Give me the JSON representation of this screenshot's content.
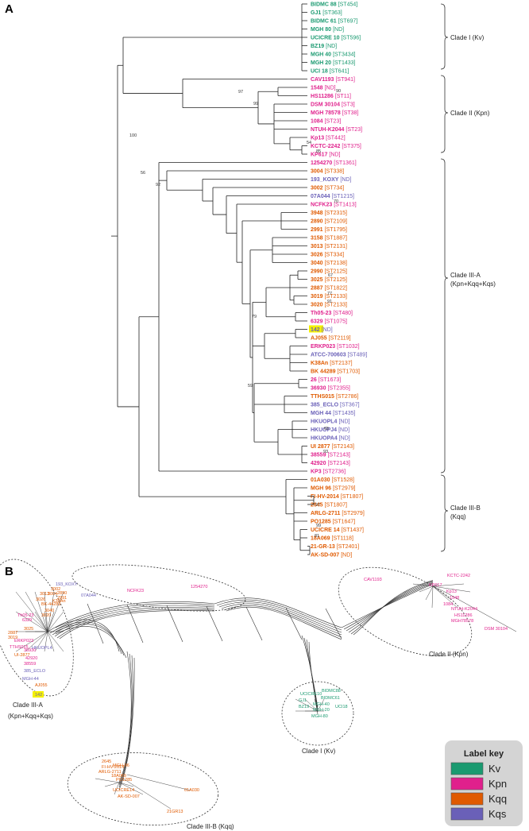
{
  "panels": {
    "a": "A",
    "b": "B"
  },
  "colors": {
    "Kv": "#1a9a70",
    "Kpn": "#e0208c",
    "Kqq": "#e05a00",
    "Kqs": "#6a60b8",
    "highlight": "#f4f000"
  },
  "legend": {
    "title": "Label key",
    "items": [
      {
        "label": "Kv",
        "color": "#1a9a70"
      },
      {
        "label": "Kpn",
        "color": "#e0208c"
      },
      {
        "label": "Kqq",
        "color": "#e05a00"
      },
      {
        "label": "Kqs",
        "color": "#6a60b8"
      }
    ]
  },
  "tree": {
    "tips": [
      {
        "name": "BIDMC 88",
        "st": "[ST454]",
        "group": "Kv"
      },
      {
        "name": "GJ1",
        "st": "[ST363]",
        "group": "Kv"
      },
      {
        "name": "BIDMC 61",
        "st": "[ST697]",
        "group": "Kv"
      },
      {
        "name": "MGH 80",
        "st": "[ND]",
        "group": "Kv"
      },
      {
        "name": "UCICRE 10",
        "st": "[ST596]",
        "group": "Kv"
      },
      {
        "name": "BZ19",
        "st": "[ND]",
        "group": "Kv"
      },
      {
        "name": "MGH 40",
        "st": "[ST3434]",
        "group": "Kv"
      },
      {
        "name": "MGH 20",
        "st": "[ST1433]",
        "group": "Kv"
      },
      {
        "name": "UCI 18",
        "st": "[ST641]",
        "group": "Kv"
      },
      {
        "name": "CAV1193",
        "st": "[ST941]",
        "group": "Kpn"
      },
      {
        "name": "1548",
        "st": "[ND]",
        "group": "Kpn"
      },
      {
        "name": "HS11286",
        "st": "[ST11]",
        "group": "Kpn"
      },
      {
        "name": "DSM 30104",
        "st": "[ST3]",
        "group": "Kpn"
      },
      {
        "name": "MGH 78578",
        "st": "[ST38]",
        "group": "Kpn"
      },
      {
        "name": "1084",
        "st": "[ST23]",
        "group": "Kpn"
      },
      {
        "name": "NTUH-K2044",
        "st": "[ST23]",
        "group": "Kpn"
      },
      {
        "name": "Kp13",
        "st": "[ST442]",
        "group": "Kpn"
      },
      {
        "name": "KCTC-2242",
        "st": "[ST375]",
        "group": "Kpn"
      },
      {
        "name": "KP617",
        "st": "[ND]",
        "group": "Kpn"
      },
      {
        "name": "1254270",
        "st": "[ST1361]",
        "group": "Kpn"
      },
      {
        "name": "3004",
        "st": "[ST338]",
        "group": "Kqq"
      },
      {
        "name": "193_KOXY",
        "st": "[ND]",
        "group": "Kqs"
      },
      {
        "name": "3002",
        "st": "[ST734]",
        "group": "Kqq"
      },
      {
        "name": "07A044",
        "st": "[ST1215]",
        "group": "Kqs"
      },
      {
        "name": "NCFK23",
        "st": "[ST1413]",
        "group": "Kpn"
      },
      {
        "name": "3948",
        "st": "[ST2315]",
        "group": "Kqq"
      },
      {
        "name": "2890",
        "st": "[ST2109]",
        "group": "Kqq"
      },
      {
        "name": "2991",
        "st": "[ST1795]",
        "group": "Kqq"
      },
      {
        "name": "3158",
        "st": "[ST1887]",
        "group": "Kqq"
      },
      {
        "name": "3013",
        "st": "[ST2131]",
        "group": "Kqq"
      },
      {
        "name": "3026",
        "st": "[ST334]",
        "group": "Kqq"
      },
      {
        "name": "3040",
        "st": "[ST2138]",
        "group": "Kqq"
      },
      {
        "name": "2990",
        "st": "[ST2125]",
        "group": "Kqq"
      },
      {
        "name": "3025",
        "st": "[ST2125]",
        "group": "Kqq"
      },
      {
        "name": "2887",
        "st": "[ST1822]",
        "group": "Kqq"
      },
      {
        "name": "3019",
        "st": "[ST2133]",
        "group": "Kqq"
      },
      {
        "name": "3020",
        "st": "[ST2133]",
        "group": "Kqq"
      },
      {
        "name": "Th05-23",
        "st": "[ST480]",
        "group": "Kpn"
      },
      {
        "name": "6329",
        "st": "[ST1075]",
        "group": "Kpn"
      },
      {
        "name": "142",
        "st": "[ND]",
        "group": "Kqs",
        "highlight": true
      },
      {
        "name": "AJ055",
        "st": "[ST2119]",
        "group": "Kqq"
      },
      {
        "name": "ERKP023",
        "st": "[ST1032]",
        "group": "Kpn"
      },
      {
        "name": "ATCC-700603",
        "st": "[ST489]",
        "group": "Kqs"
      },
      {
        "name": "K38An",
        "st": "[ST2137]",
        "group": "Kqq"
      },
      {
        "name": "BK 44289",
        "st": "[ST1703]",
        "group": "Kqq"
      },
      {
        "name": "26",
        "st": "[ST1673]",
        "group": "Kpn"
      },
      {
        "name": "36930",
        "st": "[ST2355]",
        "group": "Kpn"
      },
      {
        "name": "TTHS015",
        "st": "[ST2786]",
        "group": "Kqq"
      },
      {
        "name": "385_ECLO",
        "st": "[ST367]",
        "group": "Kqs"
      },
      {
        "name": "MGH 44",
        "st": "[ST1435]",
        "group": "Kqs"
      },
      {
        "name": "HKUOPL4",
        "st": "[ND]",
        "group": "Kqs"
      },
      {
        "name": "HKUOPJ4",
        "st": "[ND]",
        "group": "Kqs"
      },
      {
        "name": "HKUOPA4",
        "st": "[ND]",
        "group": "Kqs"
      },
      {
        "name": "UI 2877",
        "st": "[ST2143]",
        "group": "Kqq"
      },
      {
        "name": "38559",
        "st": "[ST2143]",
        "group": "Kpn"
      },
      {
        "name": "42920",
        "st": "[ST2143]",
        "group": "Kpn"
      },
      {
        "name": "KP3",
        "st": "[ST2736]",
        "group": "Kpn"
      },
      {
        "name": "01A030",
        "st": "[ST1528]",
        "group": "Kqq"
      },
      {
        "name": "MGH 96",
        "st": "[ST2979]",
        "group": "Kqq"
      },
      {
        "name": "FI-HV-2014",
        "st": "[ST1807]",
        "group": "Kqq"
      },
      {
        "name": "2645",
        "st": "[ST1807]",
        "group": "Kqq"
      },
      {
        "name": "ARLG-2711",
        "st": "[ST2979]",
        "group": "Kqq"
      },
      {
        "name": "PO1285",
        "st": "[ST1647]",
        "group": "Kqq"
      },
      {
        "name": "UCICRE 14",
        "st": "[ST1437]",
        "group": "Kqq"
      },
      {
        "name": "18A069",
        "st": "[ST1118]",
        "group": "Kqq"
      },
      {
        "name": "21-GR-13",
        "st": "[ST2401]",
        "group": "Kqq"
      },
      {
        "name": "AK-SD-007",
        "st": "[ND]",
        "group": "Kqq"
      }
    ],
    "bootstraps": [
      "97",
      "90",
      "99",
      "54",
      "85",
      "100",
      "56",
      "92",
      "70",
      "67",
      "77",
      "91",
      "79",
      "59",
      "65",
      "93",
      "99",
      "81",
      "97"
    ],
    "clades": [
      {
        "line1": "Clade I (Kv)",
        "line2": ""
      },
      {
        "line1": "Clade II (Kpn)",
        "line2": ""
      },
      {
        "line1": "Clade III-A",
        "line2": "(Kpn+Kqq+Kqs)"
      },
      {
        "line1": "Clade III-B",
        "line2": "(Kqq)"
      }
    ]
  },
  "network": {
    "clade_labels": [
      "Clade III-A",
      "(Kpn+Kqq+Kqs)",
      "Clade II (Kpn)",
      "Clade I (Kv)",
      "Clade III-B (Kqq)"
    ],
    "labels": [
      {
        "text": "193_KOXY",
        "group": "Kqs"
      },
      {
        "text": "3002",
        "group": "Kqq"
      },
      {
        "text": "3004",
        "group": "Kqq"
      },
      {
        "text": "3013",
        "group": "Kqq"
      },
      {
        "text": "2890",
        "group": "Kqq"
      },
      {
        "text": "2991",
        "group": "Kqq"
      },
      {
        "text": "3026",
        "group": "Kqq"
      },
      {
        "text": "K38An",
        "group": "Kqq"
      },
      {
        "text": "BK-44289",
        "group": "Kqq"
      },
      {
        "text": "Th05-23",
        "group": "Kpn"
      },
      {
        "text": "6329",
        "group": "Kpn"
      },
      {
        "text": "3040",
        "group": "Kqq"
      },
      {
        "text": "3020",
        "group": "Kqq"
      },
      {
        "text": "2887",
        "group": "Kqq"
      },
      {
        "text": "3025",
        "group": "Kqq"
      },
      {
        "text": "3019",
        "group": "Kqq"
      },
      {
        "text": "ERKP023",
        "group": "Kpn"
      },
      {
        "text": "TTHS015",
        "group": "Kpn"
      },
      {
        "text": "36930",
        "group": "Kpn"
      },
      {
        "text": "HKUOPL4",
        "group": "Kqs"
      },
      {
        "text": "UI-2877",
        "group": "Kqq"
      },
      {
        "text": "42920",
        "group": "Kpn"
      },
      {
        "text": "38559",
        "group": "Kpn"
      },
      {
        "text": "385_ECLO",
        "group": "Kqs"
      },
      {
        "text": "MGH-44",
        "group": "Kqs"
      },
      {
        "text": "AJ055",
        "group": "Kqq"
      },
      {
        "text": "142",
        "group": "Kqs",
        "highlight": true
      },
      {
        "text": "07A044",
        "group": "Kqs"
      },
      {
        "text": "NCFK23",
        "group": "Kpn"
      },
      {
        "text": "1254270",
        "group": "Kpn"
      },
      {
        "text": "CAV1193",
        "group": "Kpn"
      },
      {
        "text": "KCTC-2242",
        "group": "Kpn"
      },
      {
        "text": "KP617",
        "group": "Kpn"
      },
      {
        "text": "Kp13",
        "group": "Kpn"
      },
      {
        "text": "1548",
        "group": "Kpn"
      },
      {
        "text": "1084",
        "group": "Kpn"
      },
      {
        "text": "NTUH-K2044",
        "group": "Kpn"
      },
      {
        "text": "HS11286",
        "group": "Kpn"
      },
      {
        "text": "MGH78578",
        "group": "Kpn"
      },
      {
        "text": "DSM 30104",
        "group": "Kpn"
      },
      {
        "text": "BIDMC88",
        "group": "Kv"
      },
      {
        "text": "UCICRE10",
        "group": "Kv"
      },
      {
        "text": "BIDMC61",
        "group": "Kv"
      },
      {
        "text": "GJ1",
        "group": "Kv"
      },
      {
        "text": "UCI18",
        "group": "Kv"
      },
      {
        "text": "MGH-40",
        "group": "Kv"
      },
      {
        "text": "MGH-20",
        "group": "Kv"
      },
      {
        "text": "BZ19",
        "group": "Kv"
      },
      {
        "text": "MGH-80",
        "group": "Kv"
      },
      {
        "text": "2645",
        "group": "Kqq"
      },
      {
        "text": "FI-HV-2014",
        "group": "Kqq"
      },
      {
        "text": "MGH-96",
        "group": "Kqq"
      },
      {
        "text": "ARLG-2711",
        "group": "Kqq"
      },
      {
        "text": "18A069",
        "group": "Kqq"
      },
      {
        "text": "PO1285",
        "group": "Kqq"
      },
      {
        "text": "UCICRE14",
        "group": "Kqq"
      },
      {
        "text": "AK-SD-007",
        "group": "Kqq"
      },
      {
        "text": "21GR13",
        "group": "Kqq"
      },
      {
        "text": "01A030",
        "group": "Kqq"
      }
    ]
  }
}
